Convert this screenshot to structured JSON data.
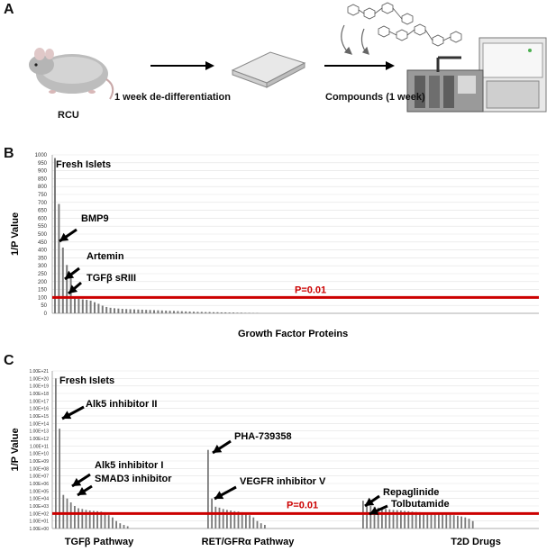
{
  "panel_a": {
    "letter": "A",
    "step_rcu": "RCU",
    "step_dediff": "1 week de-differentiation",
    "step_compounds": "Compounds  (1 week)"
  },
  "panel_b": {
    "letter": "B"
  },
  "panel_c": {
    "letter": "C"
  },
  "colors": {
    "threshold": "#cc0000",
    "bar": "#7a7a7a",
    "grid": "#e2e2e2"
  },
  "icons": [
    "mouse-image",
    "arrow-right-icon",
    "well-plate-image",
    "chemical-structures-image",
    "curved-arrows-icon",
    "screening-robot-image"
  ],
  "chart_data": [
    {
      "type": "bar",
      "ylabel": "1/P Value",
      "xlabel": "Growth Factor Proteins",
      "yticks": [
        0,
        50,
        100,
        150,
        200,
        250,
        300,
        350,
        400,
        450,
        500,
        550,
        600,
        650,
        700,
        750,
        800,
        850,
        900,
        950,
        1000
      ],
      "ylim": [
        0,
        1000
      ],
      "grid": true,
      "threshold": {
        "value": 100,
        "label": "P=0.01"
      },
      "values": [
        980,
        690,
        415,
        305,
        235,
        95,
        92,
        88,
        85,
        80,
        70,
        60,
        48,
        40,
        35,
        32,
        30,
        28,
        27,
        26,
        25,
        24,
        23,
        22,
        21,
        20,
        19,
        18,
        17,
        16,
        15,
        14,
        13,
        12,
        11,
        10,
        9,
        9,
        8,
        8,
        7,
        7,
        6,
        6,
        5,
        5,
        4,
        4,
        3,
        3,
        2,
        2
      ],
      "annotations": [
        {
          "text": "Fresh Islets",
          "bar": 0
        },
        {
          "text": "BMP9",
          "bar": 2
        },
        {
          "text": "Artemin",
          "bar": 3
        },
        {
          "text": "TGFβ sRIII",
          "bar": 4
        }
      ]
    },
    {
      "type": "bar",
      "scale": "log",
      "ylabel": "1/P Value",
      "yticks": [
        "1.00E+00",
        "1.00E+01",
        "1.00E+02",
        "1.00E+03",
        "1.00E+04",
        "1.00E+05",
        "1.00E+06",
        "1.00E+07",
        "1.00E+08",
        "1.00E+09",
        "1.00E+10",
        "1.00E+11",
        "1.00E+12",
        "1.00E+13",
        "1.00E+14",
        "1.00E+15",
        "1.00E+16",
        "1.00E+17",
        "1.00E+18",
        "1.00E+19",
        "1.00E+20",
        "1.00E+21"
      ],
      "ylim": [
        1,
        1e+21
      ],
      "grid": true,
      "threshold": {
        "value": 100,
        "label": "P=0.01"
      },
      "groups": [
        {
          "label": "TGFβ Pathway",
          "values": [
            1e+20,
            20000000000000.0,
            30000.0,
            10000.0,
            3000.0,
            1000.0,
            500,
            400,
            300,
            250,
            220,
            200,
            180,
            150,
            60,
            30,
            10,
            5,
            3,
            2
          ]
        },
        {
          "label": "RET/GFRα Pathway",
          "values": [
            30000000000.0,
            10000.0,
            800,
            600,
            400,
            300,
            250,
            200,
            180,
            150,
            120,
            60,
            30,
            10,
            5,
            3
          ]
        },
        {
          "label": "T2D Drugs",
          "values": [
            5000.0,
            3000.0,
            1000,
            800,
            600,
            500,
            400,
            350,
            300,
            280,
            250,
            220,
            200,
            180,
            160,
            150,
            140,
            130,
            120,
            110,
            100,
            90,
            80,
            70,
            60,
            50,
            40,
            30,
            20,
            10
          ]
        }
      ],
      "annotations": [
        {
          "text": "Fresh Islets"
        },
        {
          "text": "Alk5 inhibitor  II"
        },
        {
          "text": "Alk5 inhibitor  I"
        },
        {
          "text": "SMAD3 inhibitor"
        },
        {
          "text": "PHA-739358"
        },
        {
          "text": "VEGFR inhibitor  V"
        },
        {
          "text": "Repaglinide"
        },
        {
          "text": "Tolbutamide"
        }
      ]
    }
  ]
}
